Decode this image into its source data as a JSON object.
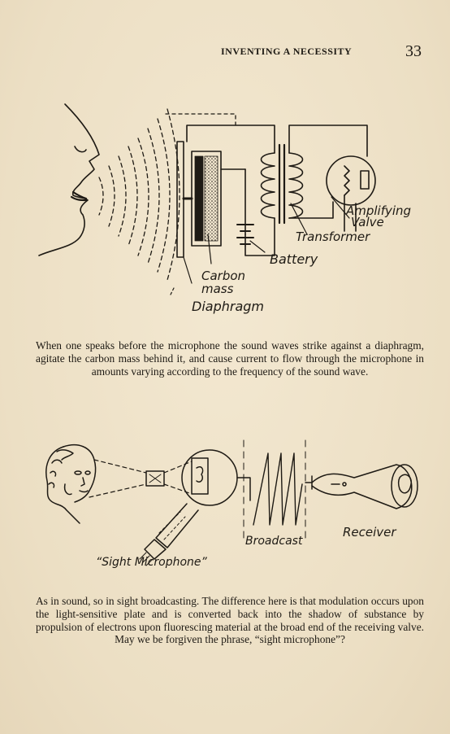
{
  "header": {
    "running_head": "INVENTING A NECESSITY",
    "page_number": "33"
  },
  "figure1": {
    "labels": {
      "amplifying": "Amplifying",
      "valve": "Valve",
      "transformer": "Transformer",
      "battery": "Battery",
      "carbon": "Carbon",
      "mass": "mass",
      "diaphragm": "Diaphragm"
    },
    "caption": "When one speaks before the microphone the sound waves strike against a diaphragm, agitate the carbon mass behind it, and cause current to flow through the microphone in amounts varying according to the frequency of the sound wave."
  },
  "figure2": {
    "labels": {
      "broadcast": "Broadcast",
      "receiver": "Receiver",
      "sight_microphone": "“Sight Microphone”"
    },
    "caption": "As in sound, so in sight broadcasting. The difference here is that modulation occurs upon the light-sensitive plate and is converted back into the shadow of substance by propulsion of electrons upon fluorescing material at the broad end of the receiving valve. May we be forgiven the phrase, “sight microphone”?"
  }
}
